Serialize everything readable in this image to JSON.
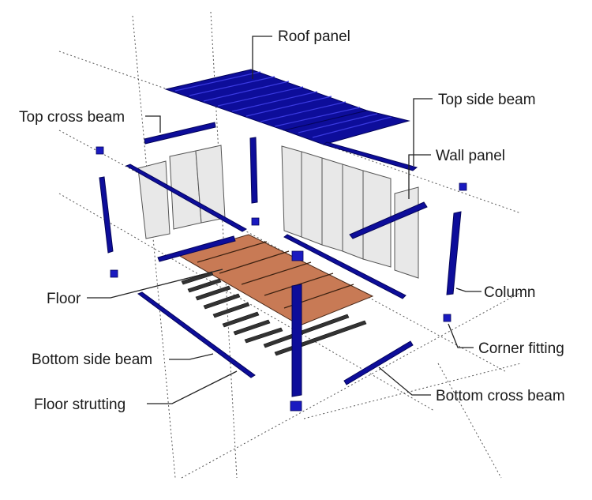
{
  "labels": {
    "roof_panel": "Roof panel",
    "top_side_beam": "Top side beam",
    "top_cross_beam": "Top cross beam",
    "wall_panel": "Wall panel",
    "floor": "Floor",
    "column": "Column",
    "corner_fitting": "Corner fitting",
    "bottom_side_beam": "Bottom side beam",
    "floor_strutting": "Floor strutting",
    "bottom_cross_beam": "Bottom cross beam"
  },
  "colors": {
    "steel": "#0d0d9a",
    "floor": "#c87a55",
    "panel": "#e8e8e8",
    "strutting": "#333333"
  }
}
